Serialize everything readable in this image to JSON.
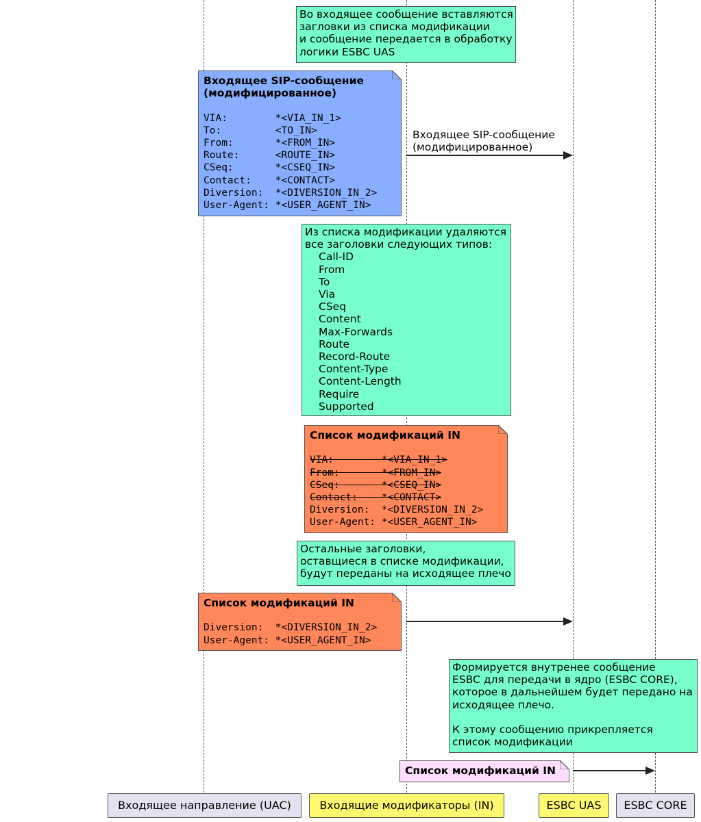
{
  "participants": {
    "uac": {
      "label": "Входящее направление (UAC)",
      "color": "#E2E2F0"
    },
    "in": {
      "label": "Входящие модификаторы (IN)",
      "color": "#FEF870"
    },
    "uas": {
      "label": "ESBC UAS",
      "color": "#FEF870"
    },
    "core": {
      "label": "ESBC CORE",
      "color": "#E2E2F0"
    }
  },
  "notes": {
    "n1": {
      "color": "#77FFCC",
      "lines": [
        "Во входящее сообщение вставляются",
        "загловки из списка модификации",
        "и сообщение передается в обработку",
        "логики ESBC UAS"
      ]
    },
    "n2": {
      "color": "#88AFFF",
      "title": [
        "Входящее SIP-сообщение",
        "(модифицированное)"
      ],
      "headers": [
        {
          "name": "VIA:        ",
          "value": "*<VIA_IN_1>"
        },
        {
          "name": "To:         ",
          "value": "<TO_IN>"
        },
        {
          "name": "From:       ",
          "value": "*<FROM_IN>"
        },
        {
          "name": "Route:      ",
          "value": "<ROUTE_IN>"
        },
        {
          "name": "CSeq:       ",
          "value": "*<CSEQ_IN>"
        },
        {
          "name": "Contact:    ",
          "value": "*<CONTACT>"
        },
        {
          "name": "Diversion:  ",
          "value": "*<DIVERSION_IN_2>"
        },
        {
          "name": "User-Agent: ",
          "value": "*<USER_AGENT_IN>"
        }
      ]
    },
    "n3": {
      "color": "#77FFCC",
      "intro": [
        "Из списка модификации удаляются",
        "все заголовки следующих типов:"
      ],
      "items": [
        "Call-ID",
        "From",
        "To",
        "Via",
        "CSeq",
        "Content",
        "Max-Forwards",
        "Route",
        "Record-Route",
        "Content-Type",
        "Content-Length",
        "Require",
        "Supported"
      ]
    },
    "n4": {
      "color": "#FF875A",
      "title": "Список модификаций IN",
      "removed": [
        {
          "name": "VIA:        ",
          "value": "*<VIA_IN_1>"
        },
        {
          "name": "From:       ",
          "value": "*<FROM_IN>"
        },
        {
          "name": "CSeq:       ",
          "value": "*<CSEQ_IN>"
        },
        {
          "name": "Contact:    ",
          "value": "*<CONTACT>"
        }
      ],
      "kept": [
        {
          "name": "Diversion:  ",
          "value": "*<DIVERSION_IN_2>"
        },
        {
          "name": "User-Agent: ",
          "value": "*<USER_AGENT_IN>"
        }
      ]
    },
    "n5": {
      "color": "#77FFCC",
      "lines": [
        "Остальные заголовки,",
        "оставщиеся в списке модификации,",
        "будут переданы на исходящее плечо"
      ]
    },
    "n6": {
      "color": "#FF875A",
      "title": "Список модификаций IN",
      "kept": [
        {
          "name": "Diversion:  ",
          "value": "*<DIVERSION_IN_2>"
        },
        {
          "name": "User-Agent: ",
          "value": "*<USER_AGENT_IN>"
        }
      ]
    },
    "n7": {
      "color": "#77FFCC",
      "lines": [
        "Формируется внутренее сообщение",
        "ESBC для передачи в ядро (ESBC CORE),",
        "которое в дальнейшем будет передано на",
        "исходящее плечо.",
        "",
        "К этому сообщению прикрепляется",
        "список модификации"
      ]
    },
    "n8": {
      "color": "#FFDDFF",
      "title": "Список модификаций IN"
    }
  },
  "messages": {
    "m1": {
      "lines": [
        "Входящее SIP-сообщение",
        "(модифицированное)"
      ]
    }
  }
}
